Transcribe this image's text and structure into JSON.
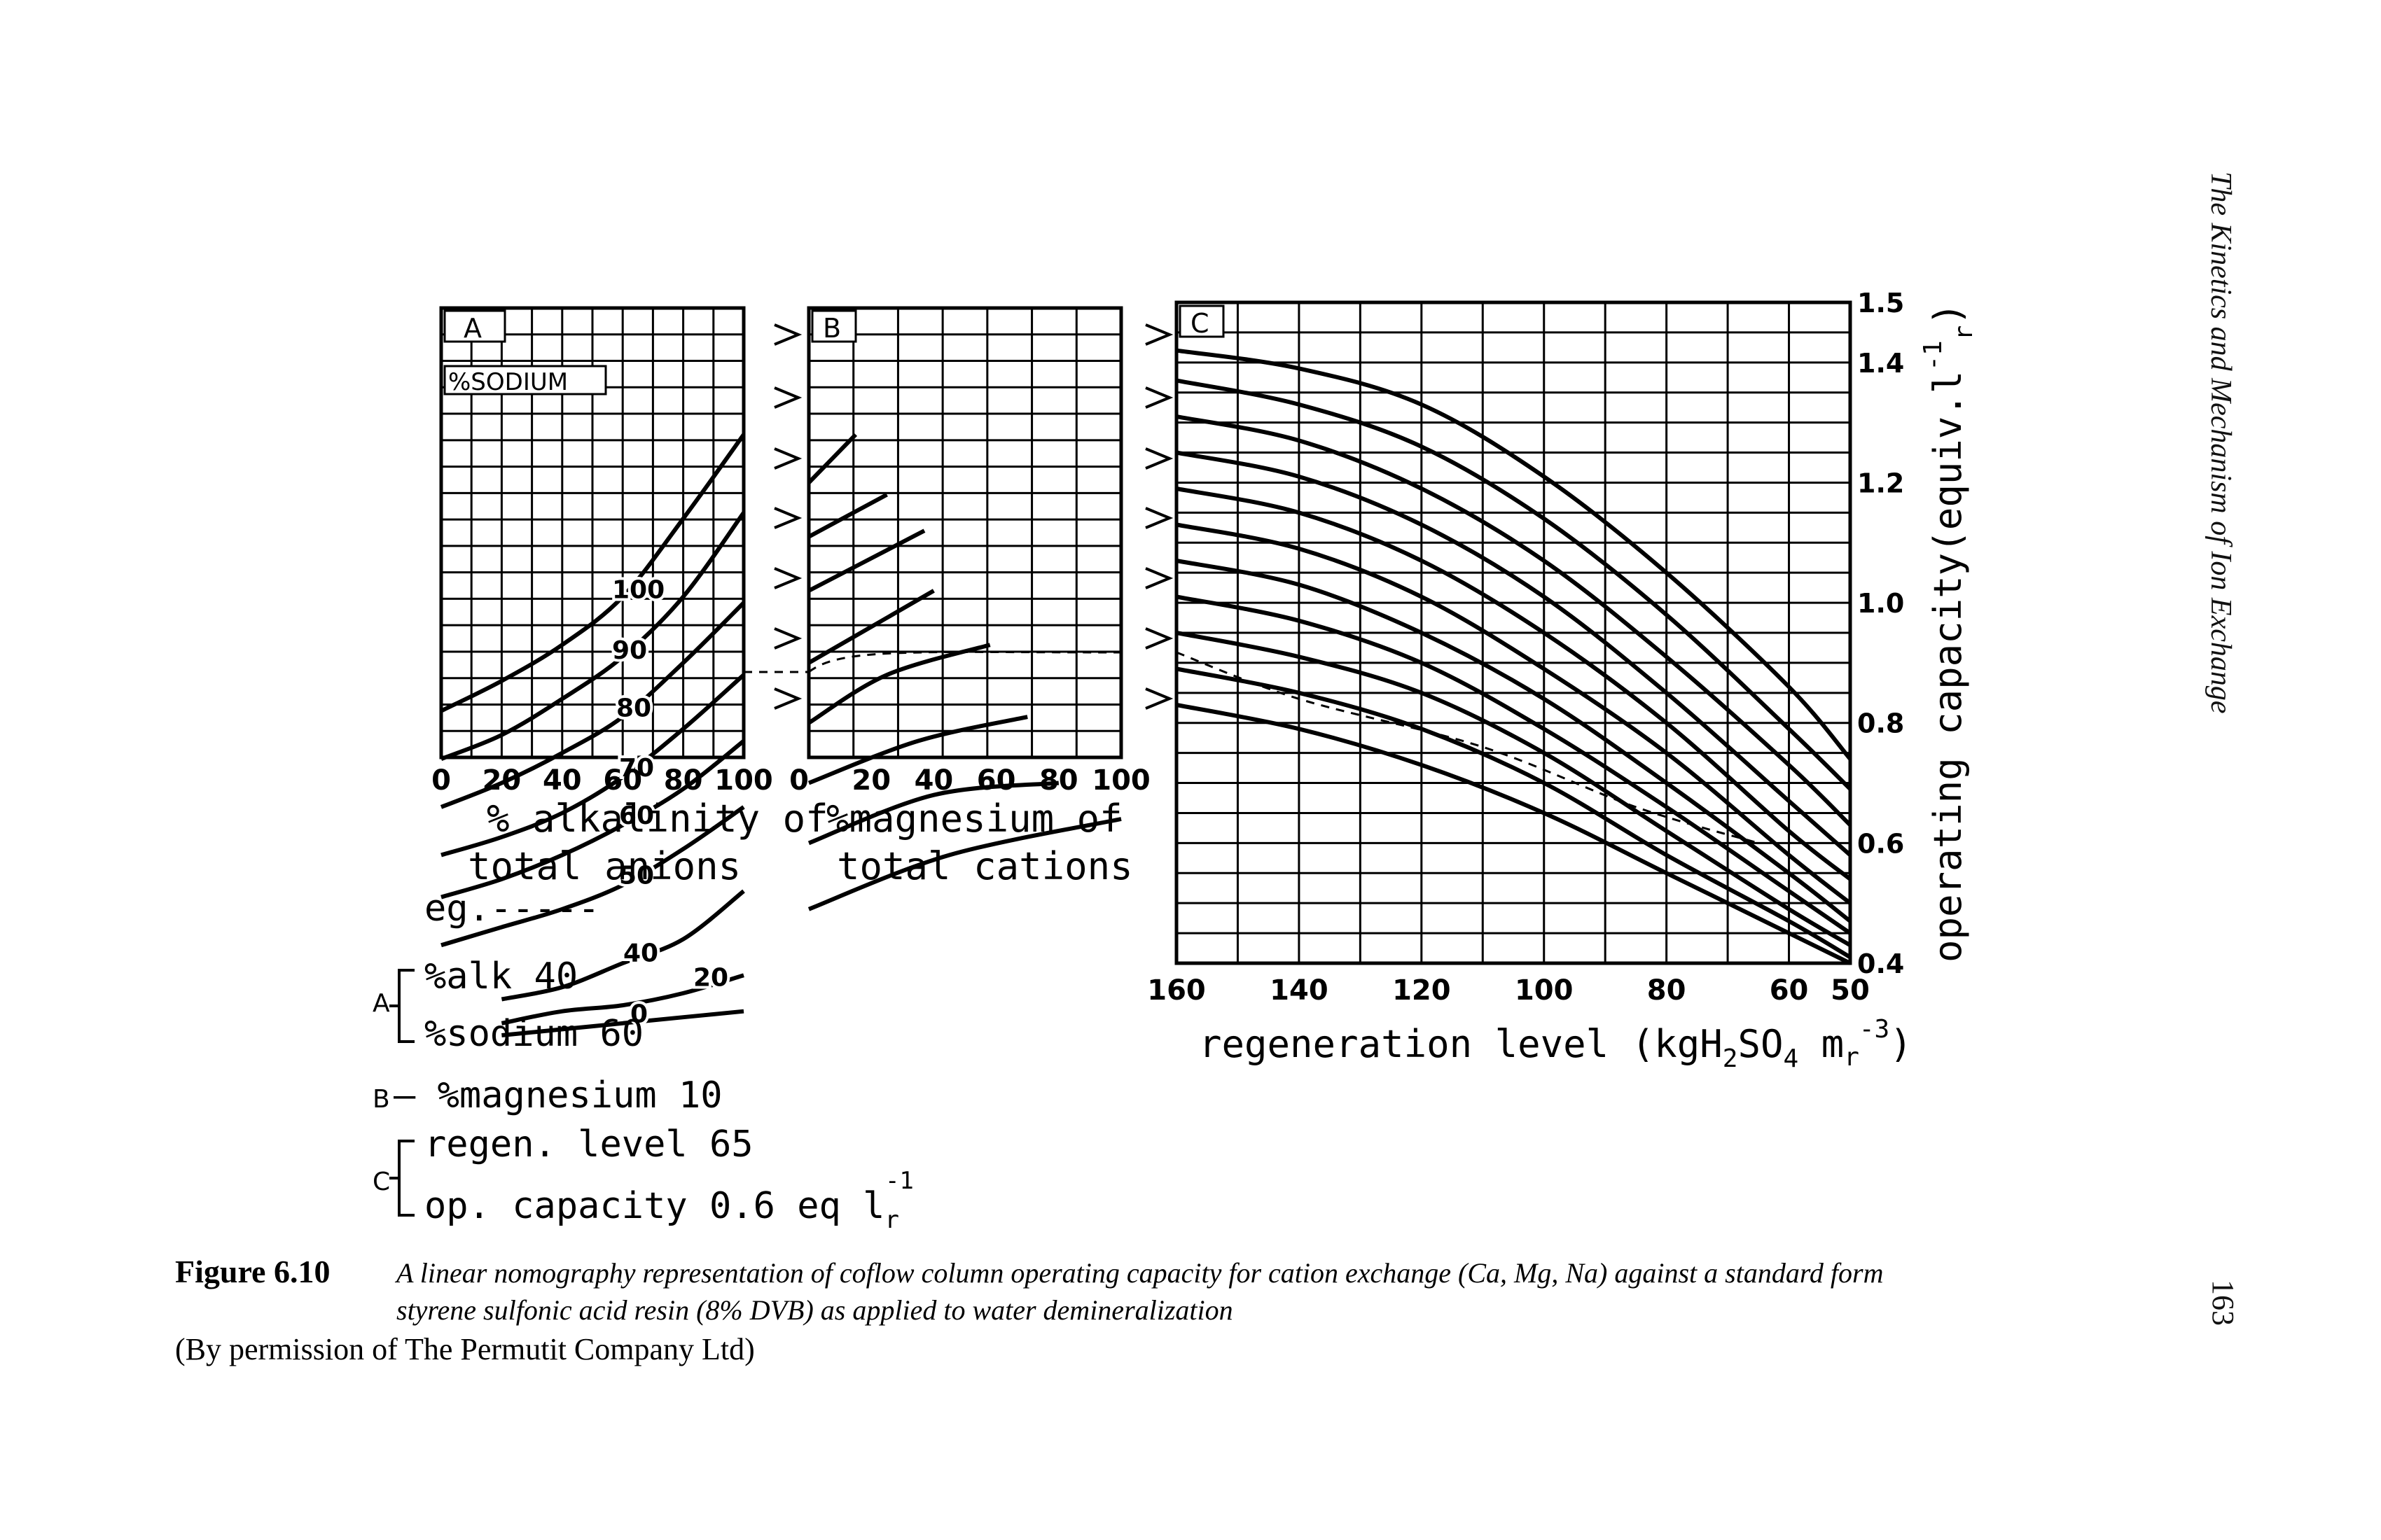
{
  "running_header": "The Kinetics and Mechanism of Ion Exchange",
  "page_number": "163",
  "chart_data": [
    {
      "type": "line",
      "panel": "A",
      "panel_label": "A",
      "legend_title": "%SODIUM",
      "xlabel_line1": "% alkalinity of",
      "xlabel_line2": "total anions",
      "xlim": [
        0,
        100
      ],
      "x_ticks": [
        "0",
        "20",
        "40",
        "60",
        "80",
        "100"
      ],
      "series": [
        {
          "name": "100",
          "x": [
            0,
            20,
            40,
            60,
            80,
            100
          ],
          "y": [
            0.82,
            0.87,
            0.93,
            1.01,
            1.14,
            1.28
          ]
        },
        {
          "name": "90",
          "x": [
            0,
            20,
            40,
            60,
            80,
            100
          ],
          "y": [
            0.74,
            0.78,
            0.84,
            0.91,
            1.01,
            1.15
          ]
        },
        {
          "name": "80",
          "x": [
            0,
            20,
            40,
            60,
            80,
            100
          ],
          "y": [
            0.66,
            0.7,
            0.75,
            0.81,
            0.9,
            1.0
          ]
        },
        {
          "name": "70",
          "x": [
            0,
            20,
            40,
            60,
            80,
            100
          ],
          "y": [
            0.58,
            0.61,
            0.65,
            0.71,
            0.79,
            0.88
          ]
        },
        {
          "name": "60",
          "x": [
            0,
            20,
            40,
            60,
            80,
            100
          ],
          "y": [
            0.51,
            0.54,
            0.58,
            0.63,
            0.69,
            0.77
          ]
        },
        {
          "name": "50",
          "x": [
            0,
            20,
            40,
            60,
            80,
            100
          ],
          "y": [
            0.43,
            0.46,
            0.49,
            0.53,
            0.59,
            0.66
          ]
        },
        {
          "name": "40",
          "x": [
            20,
            40,
            60,
            80,
            100
          ],
          "y": [
            0.34,
            0.36,
            0.4,
            0.44,
            0.52
          ]
        },
        {
          "name": "20",
          "x": [
            20,
            40,
            60,
            80,
            100
          ],
          "y": [
            0.3,
            0.32,
            0.33,
            0.35,
            0.38
          ]
        },
        {
          "name": "0",
          "x": [
            20,
            40,
            60,
            80,
            100
          ],
          "y": [
            0.28,
            0.29,
            0.3,
            0.31,
            0.32
          ]
        }
      ],
      "series_labels": [
        "100",
        "90",
        "80",
        "70",
        "60",
        "50",
        "40",
        "20",
        "0"
      ]
    },
    {
      "type": "line",
      "panel": "B",
      "panel_label": "B",
      "xlabel_line1": "%magnesium of",
      "xlabel_line2": "total cations",
      "xlim": [
        0,
        100
      ],
      "x_ticks": [
        "0",
        "20",
        "40",
        "60",
        "80",
        "100"
      ],
      "series": [
        {
          "x": [
            0,
            15
          ],
          "y": [
            1.2,
            1.28
          ]
        },
        {
          "x": [
            0,
            25
          ],
          "y": [
            1.11,
            1.18
          ]
        },
        {
          "x": [
            0,
            37
          ],
          "y": [
            1.02,
            1.12
          ]
        },
        {
          "x": [
            0,
            40
          ],
          "y": [
            0.9,
            1.02
          ]
        },
        {
          "x": [
            0,
            25,
            58
          ],
          "y": [
            0.8,
            0.88,
            0.93
          ]
        },
        {
          "x": [
            0,
            35,
            70
          ],
          "y": [
            0.7,
            0.77,
            0.81
          ]
        },
        {
          "x": [
            0,
            40,
            80
          ],
          "y": [
            0.6,
            0.68,
            0.7
          ]
        },
        {
          "x": [
            0,
            45,
            100
          ],
          "y": [
            0.49,
            0.58,
            0.64
          ]
        }
      ]
    },
    {
      "type": "line",
      "panel": "C",
      "panel_label": "C",
      "xlabel": "regeneration level (kg H2SO4 mr-3)",
      "xlabel_main": "regeneration level (kgH",
      "xlabel_sub1": "2",
      "xlabel_mid": "SO",
      "xlabel_sub2": "4",
      "xlabel_unit": "m",
      "xlabel_sub3": "r",
      "xlabel_sup": "-3",
      "xlabel_close": ")",
      "ylabel": "operating capacity (equiv.l-1 r)",
      "ylabel_main": "operating capacity(equiv.l",
      "ylabel_sup": "-1",
      "ylabel_sub": "r",
      "ylabel_close": ")",
      "xlim": [
        160,
        50
      ],
      "ylim": [
        0.4,
        1.5
      ],
      "x_ticks": [
        "160",
        "140",
        "120",
        "100",
        "80",
        "60",
        "50"
      ],
      "x_tick_values": [
        160,
        140,
        120,
        100,
        80,
        60,
        50
      ],
      "y_ticks": [
        "0.4",
        "0.6",
        "0.8",
        "1.0",
        "1.2",
        "1.4",
        "1.5"
      ],
      "y_tick_values": [
        0.4,
        0.6,
        0.8,
        1.0,
        1.2,
        1.4,
        1.5
      ],
      "series": [
        {
          "x": [
            160,
            140,
            120,
            100,
            80,
            60,
            50
          ],
          "y": [
            1.42,
            1.39,
            1.33,
            1.21,
            1.05,
            0.86,
            0.74
          ]
        },
        {
          "x": [
            160,
            140,
            120,
            100,
            80,
            60,
            50
          ],
          "y": [
            1.37,
            1.33,
            1.26,
            1.14,
            0.98,
            0.79,
            0.69
          ]
        },
        {
          "x": [
            160,
            140,
            120,
            100,
            80,
            60,
            50
          ],
          "y": [
            1.31,
            1.27,
            1.19,
            1.07,
            0.91,
            0.73,
            0.63
          ]
        },
        {
          "x": [
            160,
            140,
            120,
            100,
            80,
            60,
            50
          ],
          "y": [
            1.25,
            1.21,
            1.13,
            1.01,
            0.85,
            0.67,
            0.58
          ]
        },
        {
          "x": [
            160,
            140,
            120,
            100,
            80,
            60,
            50
          ],
          "y": [
            1.19,
            1.15,
            1.07,
            0.95,
            0.8,
            0.62,
            0.54
          ]
        },
        {
          "x": [
            160,
            140,
            120,
            100,
            80,
            60,
            50
          ],
          "y": [
            1.13,
            1.09,
            1.01,
            0.89,
            0.75,
            0.58,
            0.5
          ]
        },
        {
          "x": [
            160,
            140,
            120,
            100,
            80,
            60,
            50
          ],
          "y": [
            1.07,
            1.03,
            0.95,
            0.84,
            0.7,
            0.55,
            0.47
          ]
        },
        {
          "x": [
            160,
            140,
            120,
            100,
            80,
            60,
            50
          ],
          "y": [
            1.01,
            0.97,
            0.9,
            0.79,
            0.66,
            0.52,
            0.45
          ]
        },
        {
          "x": [
            160,
            140,
            120,
            100,
            80,
            60,
            50
          ],
          "y": [
            0.95,
            0.91,
            0.85,
            0.75,
            0.62,
            0.49,
            0.43
          ]
        },
        {
          "x": [
            160,
            140,
            120,
            100,
            80,
            60,
            50
          ],
          "y": [
            0.89,
            0.85,
            0.79,
            0.7,
            0.58,
            0.47,
            0.41
          ]
        },
        {
          "x": [
            160,
            140,
            120,
            100,
            80,
            60,
            50
          ],
          "y": [
            0.83,
            0.79,
            0.73,
            0.65,
            0.55,
            0.45,
            0.4
          ]
        }
      ],
      "example_path": {
        "regen_level": 65,
        "capacity": 0.6
      }
    }
  ],
  "example_text": {
    "eg": "eg.-----",
    "a_label": "A",
    "a_line1": "%alk 40",
    "a_line2": "%sodium 60",
    "b_label": "B",
    "b_line": "– %magnesium 10",
    "c_label": "C",
    "c_line1": "regen. level 65",
    "c_line2": "op. capacity  0.6 eq l",
    "c_sub": "r",
    "c_sup": "-1"
  },
  "caption": {
    "label": "Figure 6.10",
    "text_line1": "A linear nomography representation of coflow column operating capacity for cation exchange (Ca, Mg, Na) against a standard form",
    "text_line2": "styrene sulfonic acid resin (8% DVB) as applied to water demineralization",
    "credit": "(By permission of The Permutit Company Ltd)"
  }
}
